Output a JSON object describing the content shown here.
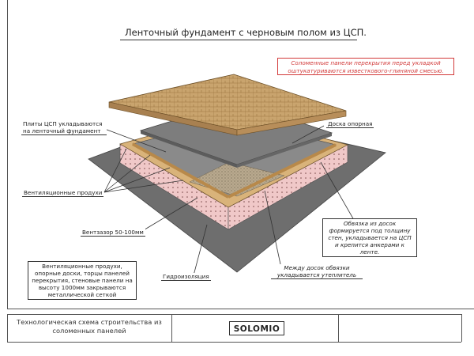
{
  "title": "Ленточный фундамент с черновым полом из ЦСП.",
  "note": "Соломенные панели перекрытия перед укладкой оштукатуриваются известкового-глиняной смесью.",
  "labels": {
    "tsp_plates": "Плиты ЦСП укладываются на ленточный фундамент",
    "support_board": "Доска опорная",
    "vent_products": "Вентиляционные продухи",
    "vent_gap": "Вентзазор 50-100мм",
    "vent_note": "Вентиляционные продухи, опорные доски, торцы панелей перекрытия, стеновые панели на высоту 1000мм закрываются металлической сеткой",
    "waterproofing": "Гидроизоляция",
    "strapping": "Обвязка из досок формируется под толщину стен, укладывается на ЦСП и крепится анкерами к ленте.",
    "insulation": "Между досок обвязки укладывается утеплитель"
  },
  "title_block": {
    "caption": "Технологическая схема строительства из соломенных панелей",
    "logo": "SOLOMIO"
  },
  "colors": {
    "foundation": "#f0c8c8",
    "ground": "#6e6e6e",
    "panel": "#c9a46e",
    "board": "#d9b37a",
    "tsp": "#8a8a8a",
    "note_red": "#d23a3a"
  }
}
